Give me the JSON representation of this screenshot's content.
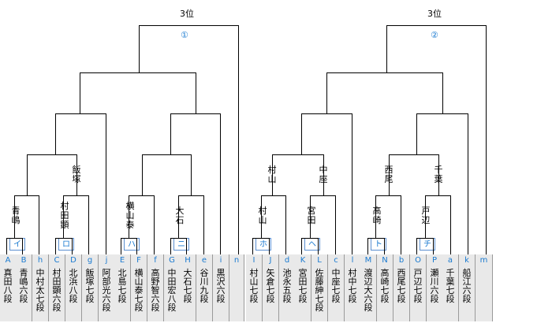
{
  "players": [
    {
      "code": "A",
      "name": "真田八段"
    },
    {
      "code": "B",
      "name": "青嶋六段"
    },
    {
      "code": "h",
      "name": "中村太七段"
    },
    {
      "code": "C",
      "name": "村田顕六段"
    },
    {
      "code": "D",
      "name": "北浜八段"
    },
    {
      "code": "g",
      "name": "飯塚七段"
    },
    {
      "code": "j",
      "name": "阿部光六段"
    },
    {
      "code": "E",
      "name": "北島七段"
    },
    {
      "code": "F",
      "name": "横山泰七段"
    },
    {
      "code": "f",
      "name": "高野智六段"
    },
    {
      "code": "G",
      "name": "中田宏八段"
    },
    {
      "code": "H",
      "name": "大石七段"
    },
    {
      "code": "e",
      "name": "谷川九段"
    },
    {
      "code": "i",
      "name": "黒沢六段"
    },
    {
      "code": "n",
      "name": ""
    },
    {
      "code": "I",
      "name": "村山七段"
    },
    {
      "code": "J",
      "name": "矢倉七段"
    },
    {
      "code": "d",
      "name": "池永五段"
    },
    {
      "code": "K",
      "name": "宮田七段"
    },
    {
      "code": "L",
      "name": "佐藤紳七段"
    },
    {
      "code": "c",
      "name": "中座七段"
    },
    {
      "code": "l",
      "name": "村中七段"
    },
    {
      "code": "M",
      "name": "渡辺大六段"
    },
    {
      "code": "N",
      "name": "高崎七段"
    },
    {
      "code": "b",
      "name": "西尾七段"
    },
    {
      "code": "O",
      "name": "戸辺七段"
    },
    {
      "code": "P",
      "name": "瀬川六段"
    },
    {
      "code": "a",
      "name": "千葉七段"
    },
    {
      "code": "k",
      "name": "船江六段"
    },
    {
      "code": "m",
      "name": ""
    }
  ],
  "first_round_marks": [
    "イ",
    "ロ",
    "ハ",
    "ニ",
    "ホ",
    "ヘ",
    "ト",
    "チ"
  ],
  "winners": [
    {
      "label": "青嶋"
    },
    {
      "label": "村田顕"
    },
    {
      "label": "横山泰"
    },
    {
      "label": "大石"
    },
    {
      "label": "村山"
    },
    {
      "label": "宮田"
    },
    {
      "label": "高崎"
    },
    {
      "label": "戸辺"
    },
    {
      "label": "飯塚"
    },
    {
      "label": "村山"
    },
    {
      "label": "中座"
    },
    {
      "label": "西尾"
    },
    {
      "label": "千葉"
    }
  ],
  "playoff": [
    {
      "place": "3位",
      "mark": "①"
    },
    {
      "place": "3位",
      "mark": "②"
    }
  ]
}
